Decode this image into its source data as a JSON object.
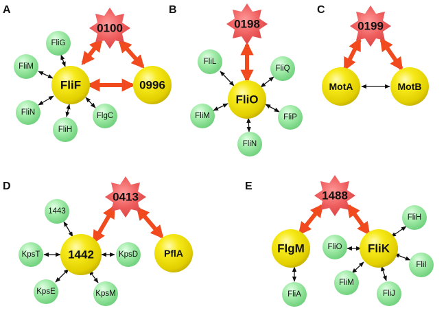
{
  "colors": {
    "yellow": "#f2e600",
    "green": "#9fe8a8",
    "red": "#ee5c5c",
    "orange_arrow": "#f04a1e",
    "black_arrow": "#111111"
  },
  "panels": [
    {
      "label": "A",
      "nodes": {
        "hub": "0100",
        "main": "FliF",
        "partner": "0996",
        "s1": "FliG",
        "s2": "FliM",
        "s3": "FliN",
        "s4": "FliH",
        "s5": "FlgC"
      }
    },
    {
      "label": "B",
      "nodes": {
        "hub": "0198",
        "main": "FliO",
        "s1": "FliL",
        "s2": "FliQ",
        "s3": "FliM",
        "s4": "FliP",
        "s5": "FliN"
      }
    },
    {
      "label": "C",
      "nodes": {
        "hub": "0199",
        "left": "MotA",
        "right": "MotB"
      }
    },
    {
      "label": "D",
      "nodes": {
        "hub": "0413",
        "main": "1442",
        "partner": "PflA",
        "s1": "1443",
        "s2": "KpsT",
        "s3": "KpsD",
        "s4": "KpsE",
        "s5": "KpsM"
      }
    },
    {
      "label": "E",
      "nodes": {
        "hub": "1488",
        "left": "FlgM",
        "right": "FliK",
        "s1": "FliA",
        "s2": "FliO",
        "s3": "FliH",
        "s4": "FliI",
        "s5": "FliM",
        "s6": "FliJ"
      }
    }
  ]
}
